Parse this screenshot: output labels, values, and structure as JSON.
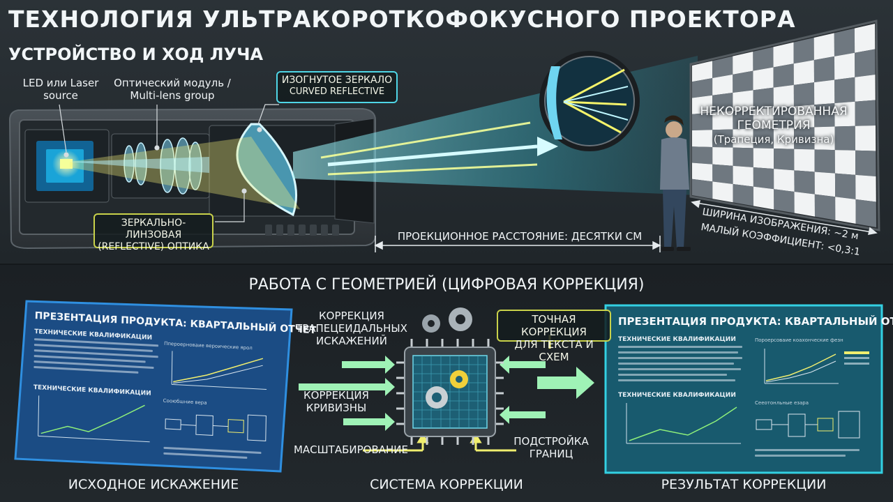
{
  "header": {
    "title": "ТЕХНОЛОГИЯ УЛЬТРАКОРОТКОФОКУСНОГО ПРОЕКТОРА",
    "subtitle": "УСТРОЙСТВО И ХОД ЛУЧА"
  },
  "device": {
    "source_label_1": "LED или Laser",
    "source_label_2": "source",
    "optics_label_1": "Оптический модуль /",
    "optics_label_2": "Multi-lens group",
    "mirror_label_1": "ИЗОГНУТОЕ ЗЕРКАЛО",
    "mirror_label_2": "CURVED REFLECTIVE",
    "reflective_label_1": "ЗЕРКАЛЬНО-ЛИНЗОВАЯ",
    "reflective_label_2": "(REFLECTIVE) ОПТИКА",
    "distance_label": "ПРОЕКЦИОННОЕ РАССТОЯНИЕ: ДЕСЯТКИ СМ"
  },
  "screen": {
    "label_1": "НЕКОРРЕКТИРОВАННАЯ",
    "label_2": "ГЕОМЕТРИЯ",
    "label_3": "(Трапеция, Кривизна)",
    "width_label": "ШИРИНА ИЗОБРАЖЕНИЯ: ~2 м",
    "ratio_label": "МАЛЫЙ КОЭФФИЦИЕНТ: <0,3:1"
  },
  "correction": {
    "section_title": "РАБОТА С ГЕОМЕТРИЕЙ (ЦИФРОВАЯ КОРРЕКЦИЯ)",
    "keystone_1": "КОРРЕКЦИЯ",
    "keystone_2": "ТРАПЕЦЕИДАЛЬНЫХ",
    "keystone_3": "ИСКАЖЕНИЙ",
    "curvature_1": "КОРРЕКЦИЯ",
    "curvature_2": "КРИВИЗНЫ",
    "scaling": "МАСШТАБИРОВАНИЕ",
    "precise_1": "ТОЧНАЯ КОРРЕКЦИЯ",
    "precise_2": "ДЛЯ ТЕКСТА И СХЕМ",
    "borders_1": "ПОДСТРОЙКА",
    "borders_2": "ГРАНИЦ"
  },
  "slides": {
    "title": "ПРЕЗЕНТАЦИЯ ПРОДУКТА: КВАРТАЛЬНЫЙ ОТЧЕТ",
    "left_section": "ТЕХНИЧЕСКИЕ КВАЛИФИКАЦИИ",
    "left_chart": "Ппероерноваие вероические ярол",
    "left_section_2": "ТЕХНИЧЕСКИЕ КВАЛИФИКАЦИИ",
    "left_diagram": "Сооюбшние вера",
    "right_section": "ТЕХНИЧЕСКИЕ КВАЛИФИКАЦИИ",
    "right_chart": "Пороерсоваие коахонческие фезн",
    "right_section_2": "ТЕХНИЧЕСКИЕ КВАЛИФИКАЦИИ",
    "right_diagram": "Сееотонльные езара"
  },
  "captions": {
    "before": "ИСХОДНОЕ ИСКАЖЕНИЕ",
    "system": "СИСТЕМА КОРРЕКЦИИ",
    "after": "РЕЗУЛЬТАТ КОРРЕКЦИИ"
  },
  "colors": {
    "beam": "#6ee9ff",
    "beam_yellow": "#f2f06a",
    "accent_yellow": "#c9d24a",
    "arrow_green": "#8ff0a6"
  }
}
